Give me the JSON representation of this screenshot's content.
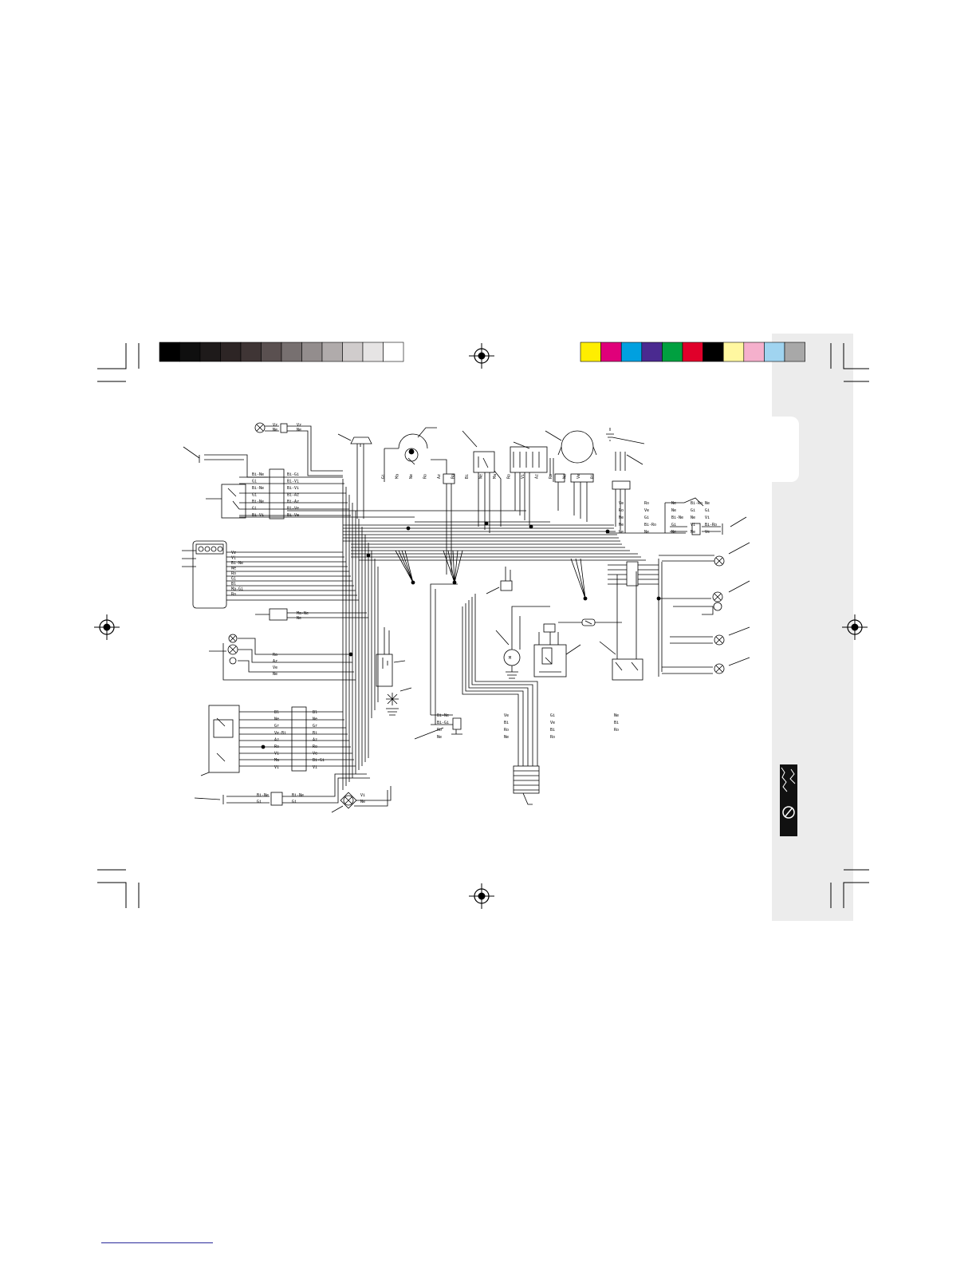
{
  "print_marks": {
    "gray_scale": [
      "#000000",
      "#0f0f0f",
      "#1e1a1a",
      "#2d2525",
      "#3f3535",
      "#5a5050",
      "#777070",
      "#938d8d",
      "#b0abab",
      "#d0cccc",
      "#e6e4e4",
      "#ffffff"
    ],
    "color_bar": [
      "#ffee00",
      "#e0007a",
      "#00a0e0",
      "#4a2a90",
      "#00a040",
      "#e0002a",
      "#000000",
      "#fff7a0",
      "#f5b0cc",
      "#a0d4f0",
      "#a8a8a8"
    ]
  },
  "wire_labels": {
    "top_left": [
      "Vz",
      "Ne",
      "Vz",
      "Ne"
    ],
    "upper_left": [
      "Bi-Ne",
      "Gi",
      "Bi-Ne",
      "Gi",
      "Bi-Ne",
      "Gi",
      "Bi-Vi",
      "Bi-Gi",
      "Bi-Vi",
      "Bi-Vi",
      "Bi-Az",
      "Bi-Az",
      "Bi-Ve",
      "Bi-Ve"
    ],
    "instrument": [
      "Vz",
      "Vi",
      "Bi-Ne",
      "Ne",
      "Ro",
      "Gi",
      "Bl",
      "Ma-Gi",
      "Ro"
    ],
    "relay_left": [
      "Ma-Ne",
      "Ne"
    ],
    "lamps_left": [
      "Ro",
      "Az",
      "Ve",
      "Ne"
    ],
    "switch_block": [
      "Bl",
      "Ne",
      "Gr",
      "Ve-Bi",
      "Az",
      "Ro",
      "Vi",
      "Ma",
      "Vi",
      "Bl",
      "Ne",
      "Gr",
      "Bi",
      "Az",
      "Ro",
      "Ve",
      "Bi-Gi",
      "Vi"
    ],
    "bottom_left": [
      "Bi-Ne",
      "Gi",
      "Bi-Ne",
      "Gi",
      "Vi",
      "Ne"
    ],
    "top_center": [
      "Gi",
      "Ma",
      "Ne",
      "Ro",
      "Az",
      "Ro",
      "Bi",
      "Ne",
      "Ma",
      "Ro",
      "Vi",
      "Az",
      "Ro",
      "Ne",
      "Ve",
      "Bi"
    ],
    "right_group": [
      "Ne",
      "Ne",
      "Bi-Ne",
      "Gi",
      "Ne",
      "Ne",
      "Gi",
      "Vi",
      "Bi-Ro",
      "Ve",
      "Ve",
      "Ro",
      "Ne",
      "Ne",
      "Ne",
      "Ro",
      "Ve",
      "Gi",
      "Bi-Ro",
      "Ne",
      "Bi-Ro",
      "Gi",
      "Ne",
      "Vi",
      "Ne"
    ],
    "center_lower": [
      "Bi-Ne",
      "Bi-Gi",
      "Ro",
      "Ne",
      "Ve",
      "Bi",
      "Ro",
      "Ne",
      "Gi",
      "Ve",
      "Bi",
      "Ro",
      "Ne",
      "Bi",
      "Ro"
    ],
    "motor": [
      "M"
    ]
  }
}
